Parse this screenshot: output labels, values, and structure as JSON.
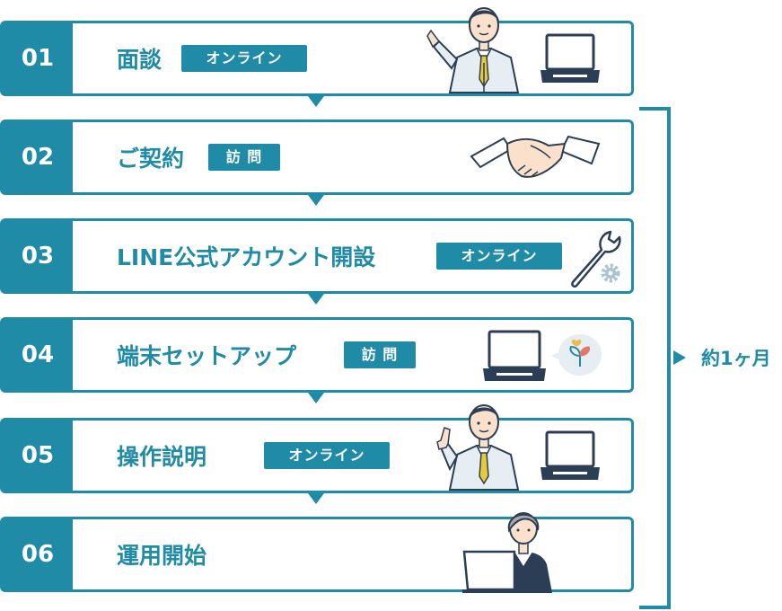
{
  "steps": [
    {
      "number": "01",
      "title": "面談",
      "tag": "オンライン"
    },
    {
      "number": "02",
      "title": "ご契約",
      "tag": "訪 問"
    },
    {
      "number": "03",
      "title": "LINE公式アカウント開設",
      "tag": "オンライン"
    },
    {
      "number": "04",
      "title": "端末セットアップ",
      "tag": "訪 問"
    },
    {
      "number": "05",
      "title": "操作説明",
      "tag": "オンライン"
    },
    {
      "number": "06",
      "title": "運用開始"
    }
  ],
  "duration": {
    "label": "約1ヶ月"
  },
  "colors": {
    "primary": "#1f8ba7",
    "ink": "#2b3e55",
    "skin": "#fbe0cc",
    "light": "#e6eef3"
  },
  "icons": [
    "businessman-icon",
    "laptop-icon",
    "handshake-icon",
    "wrench-icon",
    "gear-icon",
    "seedling-bubble-icon",
    "pointing-man-icon",
    "woman-at-laptop-icon"
  ]
}
